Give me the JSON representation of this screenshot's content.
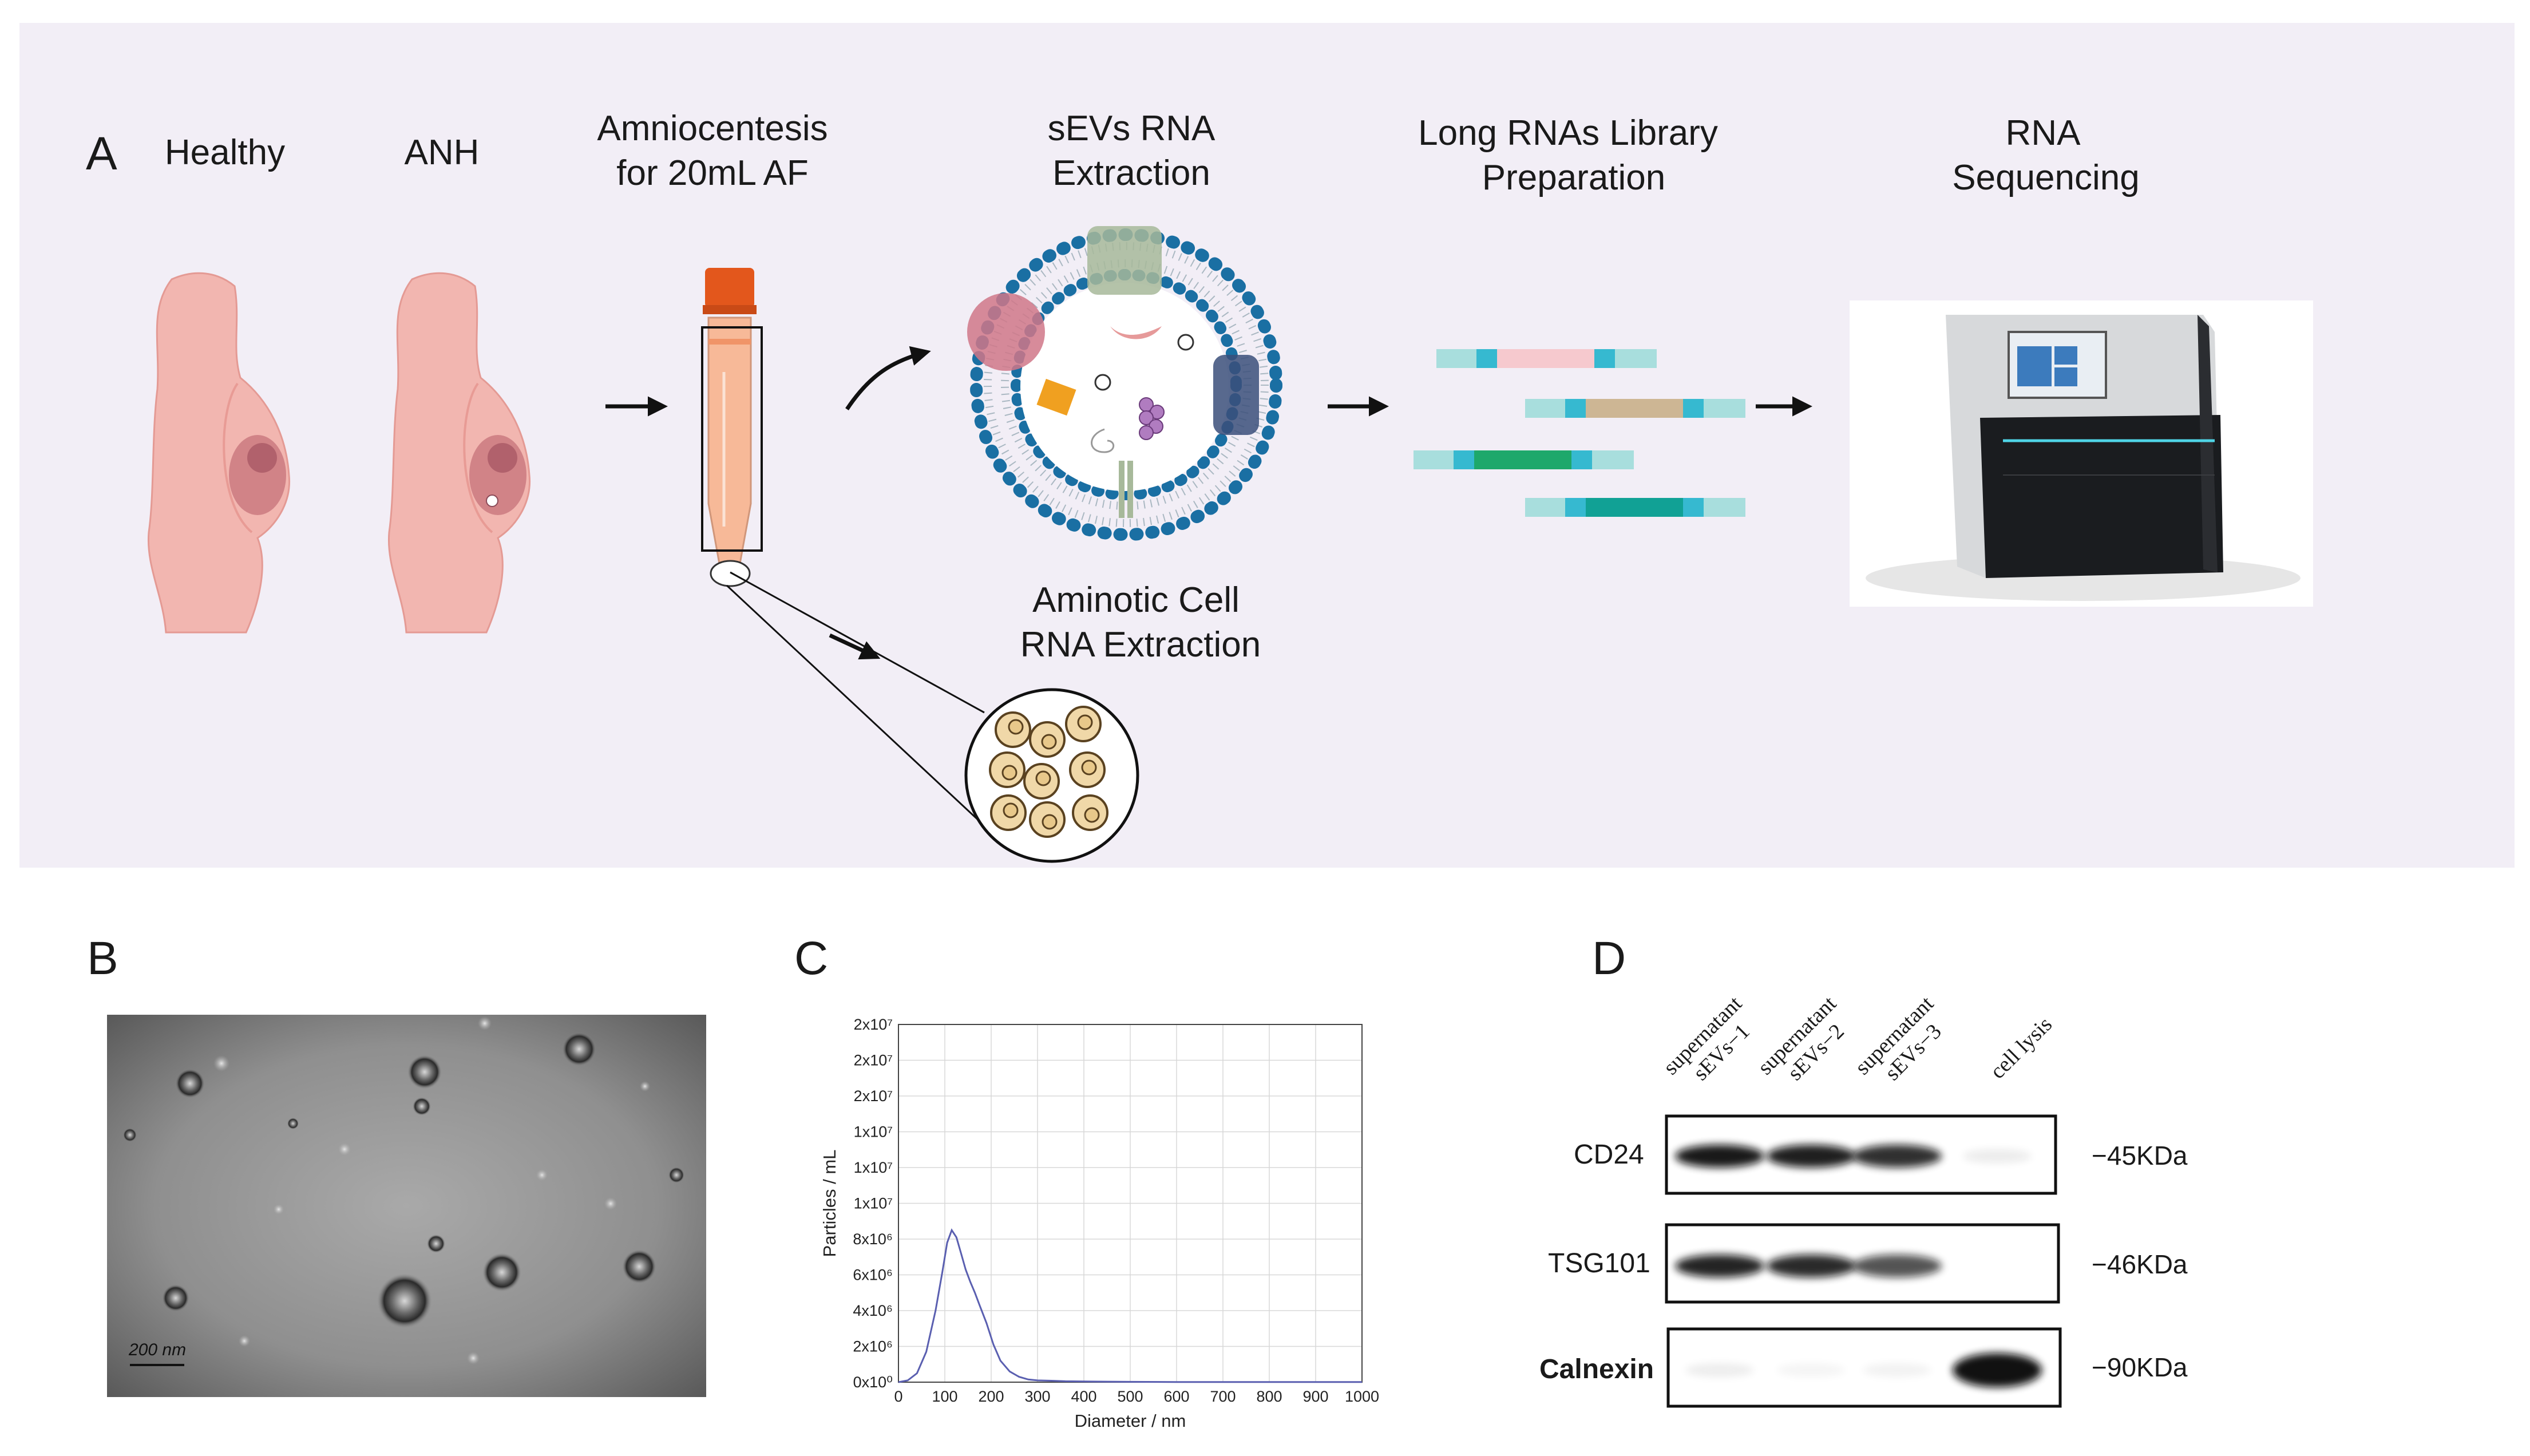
{
  "panel_a": {
    "letter": "A",
    "groups": [
      "Healthy",
      "ANH"
    ],
    "steps": {
      "amnio": [
        "Amniocentesis",
        "for 20mL AF"
      ],
      "sevs": [
        "sEVs RNA",
        "Extraction"
      ],
      "library": [
        "Long RNAs Library",
        "Preparation"
      ],
      "seq": [
        "RNA",
        "Sequencing"
      ],
      "cell": [
        "Aminotic Cell",
        "RNA Extraction"
      ]
    },
    "colors": {
      "background": "#f2eef6",
      "membrane": "#1a6fa3",
      "tube_cap": "#e3571c",
      "tube_fill": "#f7b998"
    }
  },
  "panel_b": {
    "letter": "B",
    "scale_bar": "200 nm"
  },
  "panel_c": {
    "letter": "C"
  },
  "panel_d": {
    "letter": "D",
    "lanes": [
      [
        "supernatant",
        "sEVs−1"
      ],
      [
        "supernatant",
        "sEVs−2"
      ],
      [
        "supernatant",
        "sEVs−3"
      ],
      [
        "cell lysis"
      ]
    ],
    "blots": [
      {
        "protein": "CD24",
        "size": "−45KDa",
        "intensity": [
          0.95,
          0.92,
          0.85,
          0.08
        ]
      },
      {
        "protein": "TSG101",
        "size": "−46KDa",
        "intensity": [
          0.9,
          0.88,
          0.7,
          0.0
        ]
      },
      {
        "protein": "Calnexin",
        "size": "−90KDa",
        "intensity": [
          0.07,
          0.04,
          0.05,
          0.98
        ]
      }
    ]
  },
  "chart_data": {
    "type": "line",
    "title": "",
    "xlabel": "Diameter / nm",
    "ylabel": "Particles / mL",
    "xlim": [
      0,
      1000
    ],
    "ylim": [
      0,
      20000000
    ],
    "x_ticks": [
      "0",
      "100",
      "200",
      "300",
      "400",
      "500",
      "600",
      "700",
      "800",
      "900",
      "1000"
    ],
    "y_ticks": [
      "0x10⁰",
      "2x10⁶",
      "4x10⁶",
      "6x10⁶",
      "8x10⁶",
      "1x10⁷",
      "1x10⁷",
      "1x10⁷",
      "2x10⁷",
      "2x10⁷",
      "2x10⁷"
    ],
    "grid": true,
    "series": [
      {
        "color": "#5a5fb0",
        "x": [
          0,
          20,
          40,
          60,
          80,
          95,
          105,
          115,
          125,
          135,
          145,
          155,
          165,
          175,
          190,
          205,
          220,
          240,
          260,
          280,
          300,
          330,
          360,
          400,
          450,
          500,
          600,
          700,
          800,
          900,
          1000
        ],
        "y": [
          0,
          100000,
          500000,
          1700000,
          4000000,
          6200000,
          7800000,
          8500000,
          8100000,
          7200000,
          6300000,
          5600000,
          5000000,
          4300000,
          3300000,
          2100000,
          1200000,
          600000,
          300000,
          150000,
          100000,
          80000,
          50000,
          40000,
          30000,
          20000,
          10000,
          10000,
          10000,
          10000,
          10000
        ]
      }
    ]
  }
}
